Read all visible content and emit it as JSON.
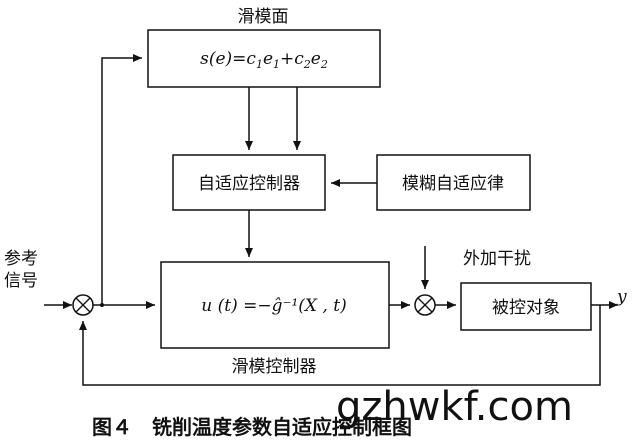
{
  "blocks": {
    "sliding_surface": {
      "title": "滑模面",
      "formula": {
        "lhs": "s(e)=",
        "c1": "c",
        "sub1": "1",
        "e1": "e",
        "sube1": "1",
        "plus": "+",
        "c2": "c",
        "sub2": "2",
        "e2": "e",
        "sube2": "2"
      }
    },
    "adaptive_controller": {
      "label": "自适应控制器"
    },
    "fuzzy_adaptive_law": {
      "label": "模糊自适应律"
    },
    "sliding_mode_controller": {
      "formula": "u (t) =−ĝ⁻¹(X , t)",
      "caption": "滑模控制器"
    },
    "plant": {
      "label": "被控对象"
    }
  },
  "signals": {
    "reference_line1": "参考",
    "reference_line2": "信号",
    "disturbance": "外加干扰",
    "output": "y"
  },
  "figure_caption": "图４　铣削温度参数自适应控制框图",
  "watermark": "gzhwkf.com"
}
